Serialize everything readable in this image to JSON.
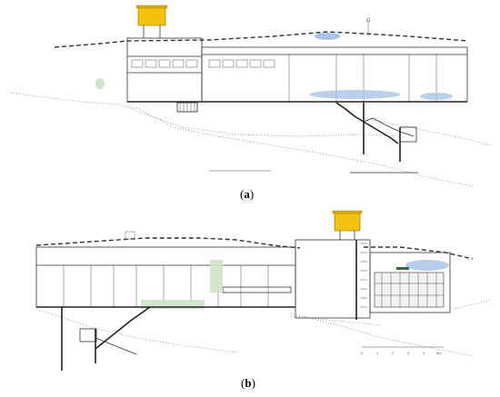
{
  "figure": {
    "panels": [
      {
        "id": "a",
        "caption_open": "(",
        "caption_letter": "a",
        "caption_close": ")"
      },
      {
        "id": "b",
        "caption_open": "(",
        "caption_letter": "b",
        "caption_close": ")"
      }
    ],
    "colors": {
      "water_tank": "#f4c20d",
      "foliage": "#cde6c4",
      "sky_reflection": "#a8c3e6",
      "line": "#333333"
    },
    "scale_bar_ticks": [
      "0",
      "1",
      "2",
      "3",
      "4",
      "5m"
    ]
  }
}
